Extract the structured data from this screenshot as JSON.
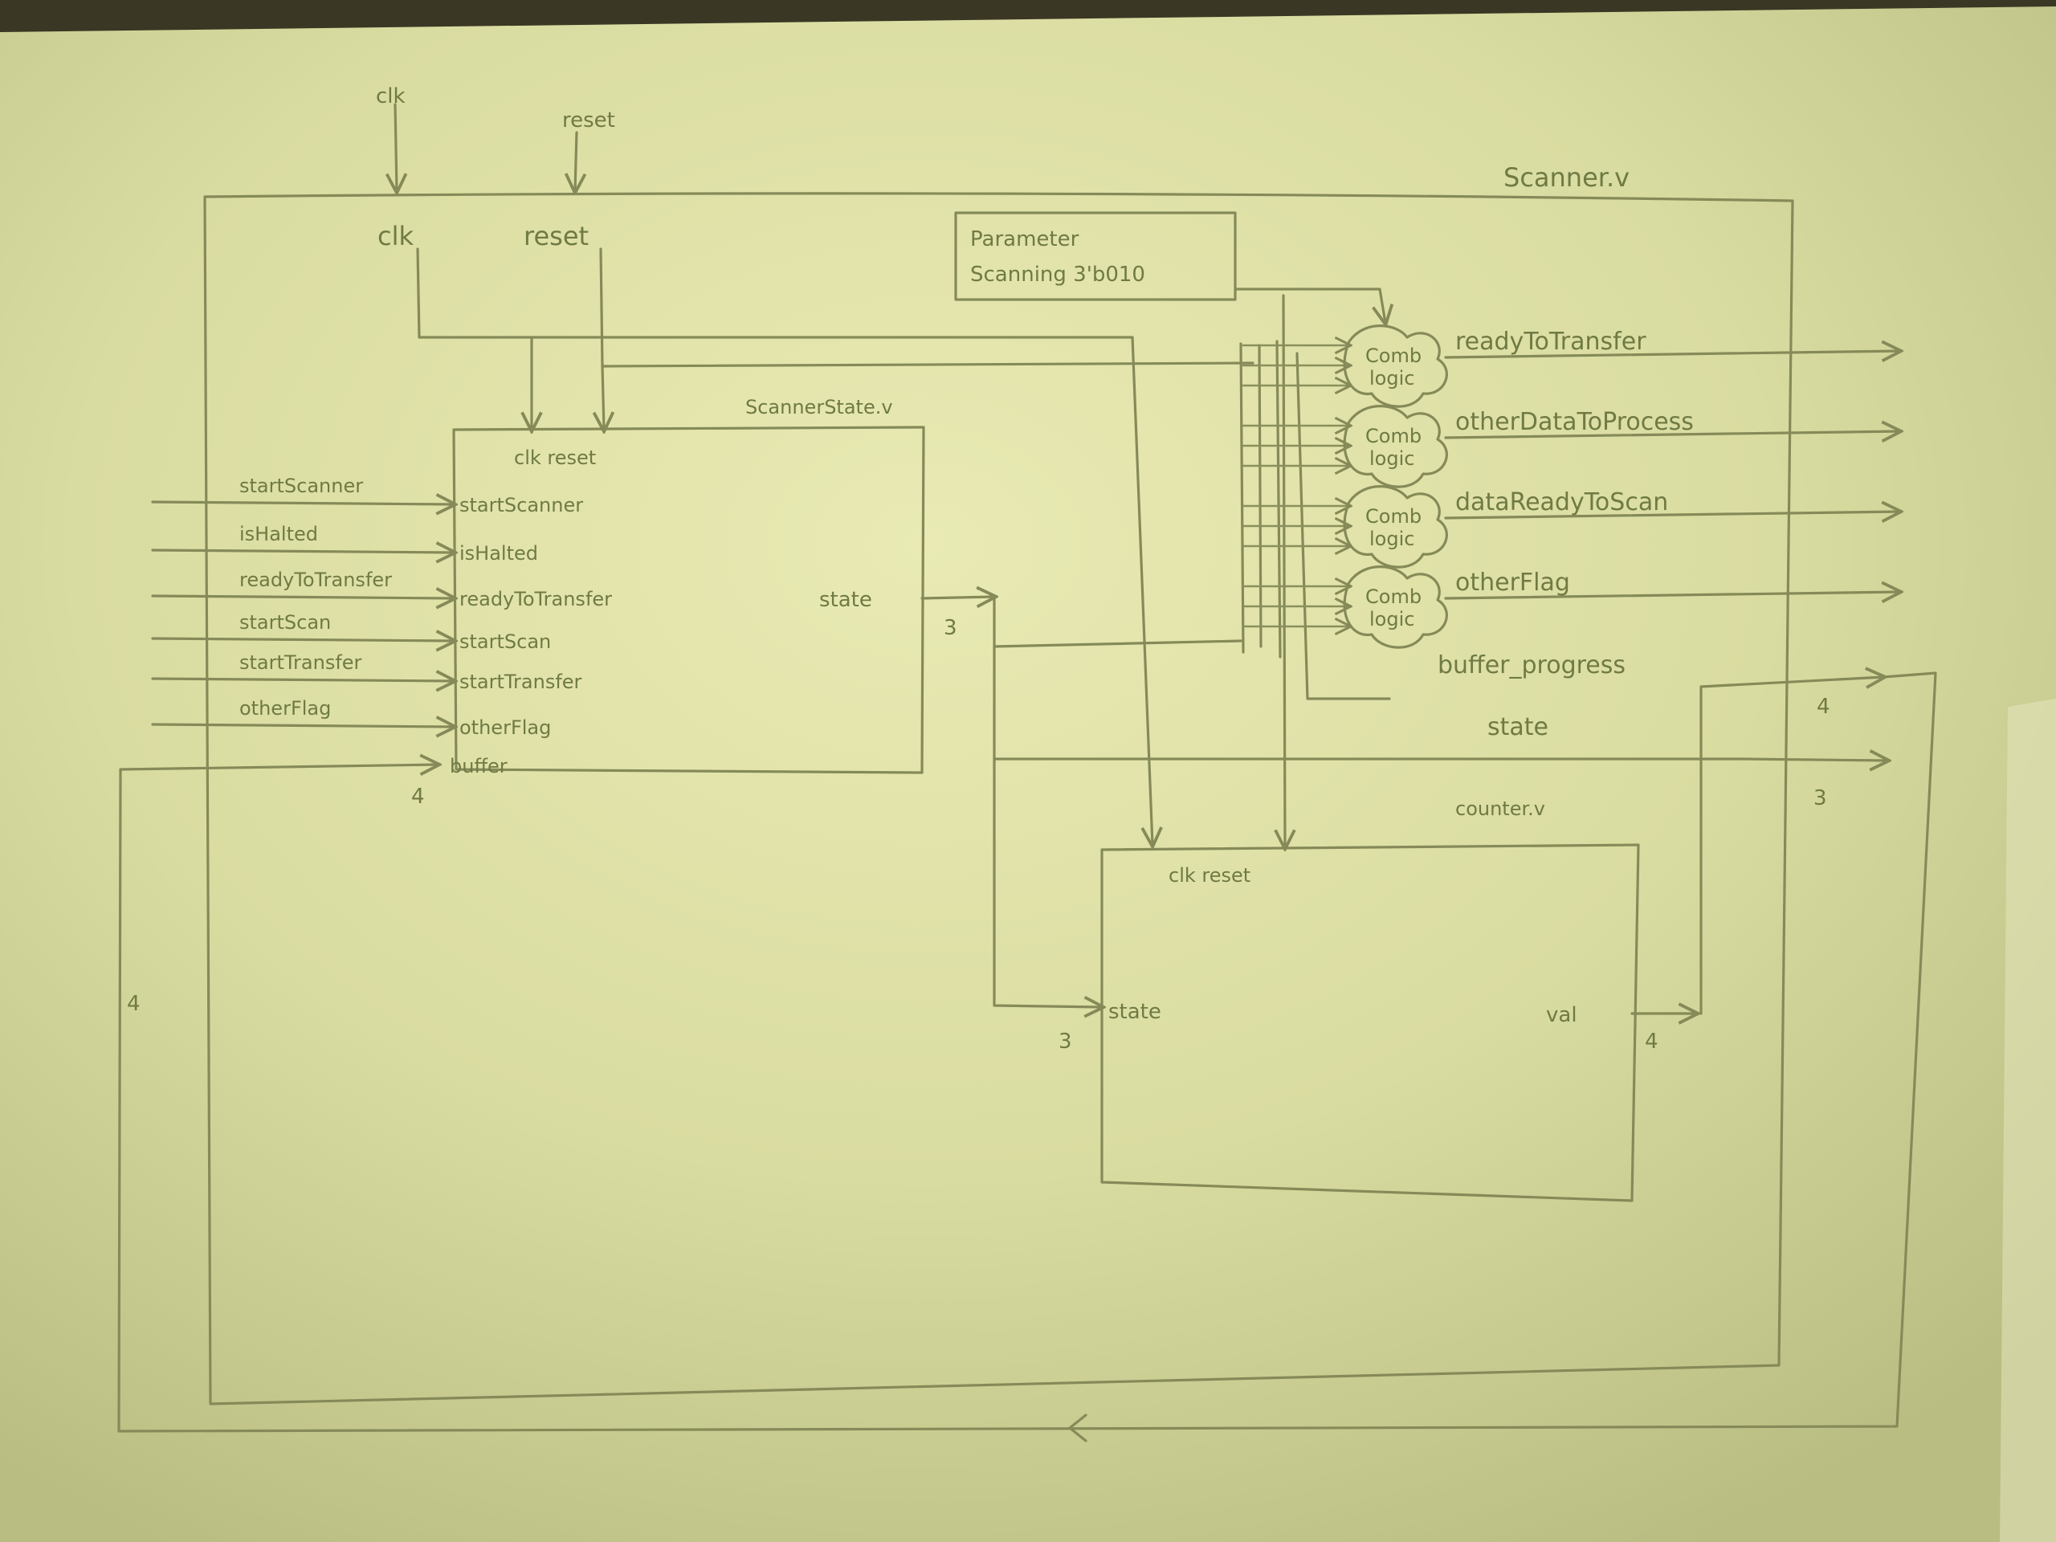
{
  "top_module": {
    "title": "Scanner.v",
    "ports": [
      "clk",
      "reset"
    ],
    "external_inputs": [
      "clk",
      "reset"
    ]
  },
  "parameter_box": {
    "lines": [
      "Parameter",
      "Scanning 3'b010"
    ]
  },
  "state_module": {
    "title": "ScannerState.v",
    "header": "clk  reset",
    "output_port": "state",
    "output_width": "3",
    "external_inputs": [
      "startScanner",
      "isHalted",
      "readyToTransfer",
      "startScan",
      "startTransfer",
      "otherFlag"
    ],
    "input_ports": [
      "startScanner",
      "isHalted",
      "readyToTransfer",
      "startScan",
      "startTransfer",
      "otherFlag",
      "buffer"
    ],
    "feedback_width": "4"
  },
  "counter_module": {
    "title": "counter.v",
    "header": "clk  reset",
    "input_port": "state",
    "input_width": "3",
    "output_port": "val",
    "output_width": "4"
  },
  "comparators": {
    "symbol_lines": [
      "Comb",
      "logic"
    ],
    "outputs": [
      "readyToTransfer",
      "otherDataToProcess",
      "dataReadyToScan",
      "otherFlag"
    ]
  },
  "outputs": {
    "buffer_label": "buffer_progress",
    "buffer_width": "4",
    "state_label": "state",
    "state_width": "3"
  },
  "feedback_label": "4"
}
